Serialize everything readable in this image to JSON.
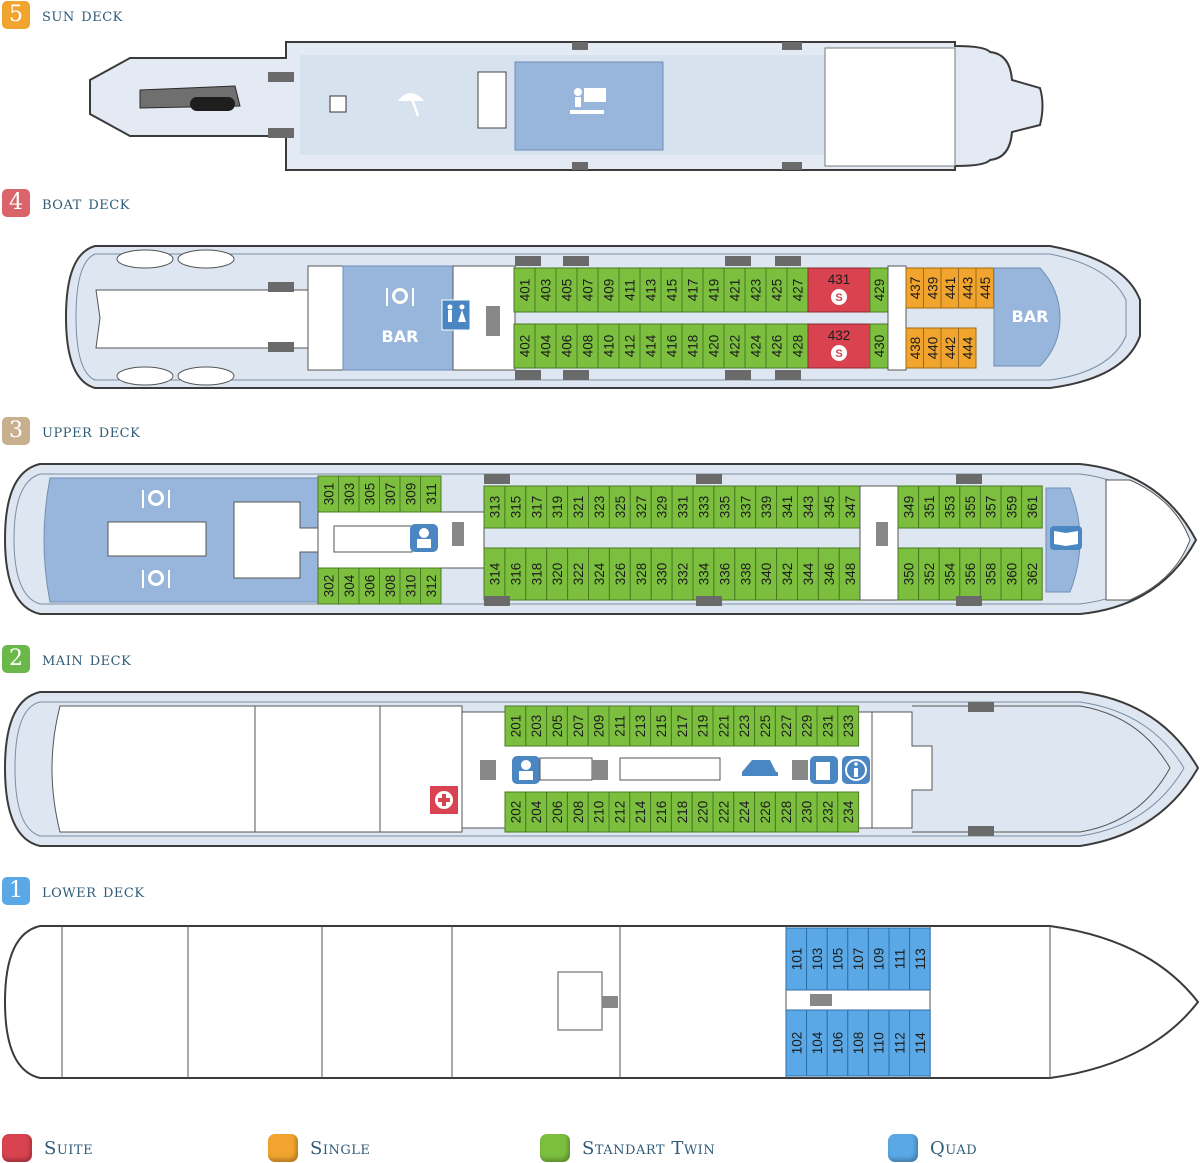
{
  "colors": {
    "suite": "#d9434f",
    "single": "#f2a52e",
    "twin": "#7cbf3f",
    "quad": "#5aa9e6",
    "deck5": "#f2a52e",
    "deck4": "#d9646a",
    "deck3": "#c8b08e",
    "deck2": "#6ab84a",
    "deck1": "#5aa9e6",
    "hull_fill": "#dde6f1",
    "hull_stroke": "#3b3b3b",
    "public_area": "#98b6dc"
  },
  "decks": {
    "sun": {
      "num": "5",
      "label": "sun deck"
    },
    "boat": {
      "num": "4",
      "label": "boat deck",
      "bar_left": "BAR",
      "bar_right": "BAR",
      "suite_mark": "S",
      "top_cabins": [
        "401",
        "403",
        "405",
        "407",
        "409",
        "411",
        "413",
        "415",
        "417",
        "419",
        "421",
        "423",
        "425",
        "427"
      ],
      "bottom_cabins": [
        "402",
        "404",
        "406",
        "408",
        "410",
        "412",
        "414",
        "416",
        "418",
        "420",
        "422",
        "424",
        "426",
        "428"
      ],
      "suites": [
        "431",
        "432"
      ],
      "cabin_429": "429",
      "cabin_430": "430",
      "single_top": [
        "437",
        "439",
        "441",
        "443",
        "445"
      ],
      "single_bottom": [
        "438",
        "440",
        "442",
        "444"
      ]
    },
    "upper": {
      "num": "3",
      "label": "upper deck",
      "aft_top": [
        "301",
        "303",
        "305",
        "307",
        "309",
        "311"
      ],
      "aft_bottom": [
        "302",
        "304",
        "306",
        "308",
        "310",
        "312"
      ],
      "mid_top": [
        "313",
        "315",
        "317",
        "319",
        "321",
        "323",
        "325",
        "327",
        "329",
        "331",
        "333",
        "335",
        "337",
        "339",
        "341",
        "343",
        "345",
        "347"
      ],
      "mid_bottom": [
        "314",
        "316",
        "318",
        "320",
        "322",
        "324",
        "326",
        "328",
        "330",
        "332",
        "334",
        "336",
        "338",
        "340",
        "342",
        "344",
        "346",
        "348"
      ],
      "fwd_top": [
        "349",
        "351",
        "353",
        "355",
        "357",
        "359",
        "361"
      ],
      "fwd_bottom": [
        "350",
        "352",
        "354",
        "356",
        "358",
        "360",
        "362"
      ]
    },
    "main": {
      "num": "2",
      "label": "main deck",
      "top": [
        "201",
        "203",
        "205",
        "207",
        "209",
        "211",
        "213",
        "215",
        "217",
        "219",
        "221",
        "223",
        "225",
        "227",
        "229",
        "231",
        "233"
      ],
      "bottom": [
        "202",
        "204",
        "206",
        "208",
        "210",
        "212",
        "214",
        "216",
        "218",
        "220",
        "222",
        "224",
        "226",
        "228",
        "230",
        "232",
        "234"
      ]
    },
    "lower": {
      "num": "1",
      "label": "lower deck",
      "top": [
        "101",
        "103",
        "105",
        "107",
        "109",
        "111",
        "113"
      ],
      "bottom": [
        "102",
        "104",
        "106",
        "108",
        "110",
        "112",
        "114"
      ]
    }
  },
  "legend": [
    {
      "label": "Suite",
      "color": "#d9434f"
    },
    {
      "label": "Single",
      "color": "#f2a52e"
    },
    {
      "label": "Standart Twin",
      "color": "#7cbf3f"
    },
    {
      "label": "Quad",
      "color": "#5aa9e6"
    }
  ],
  "icons": [
    "umbrella-icon",
    "projector-icon",
    "dining-icon",
    "restroom-icon",
    "captain-icon",
    "library-icon",
    "first-aid-icon",
    "iron-icon",
    "documents-icon",
    "info-icon"
  ]
}
